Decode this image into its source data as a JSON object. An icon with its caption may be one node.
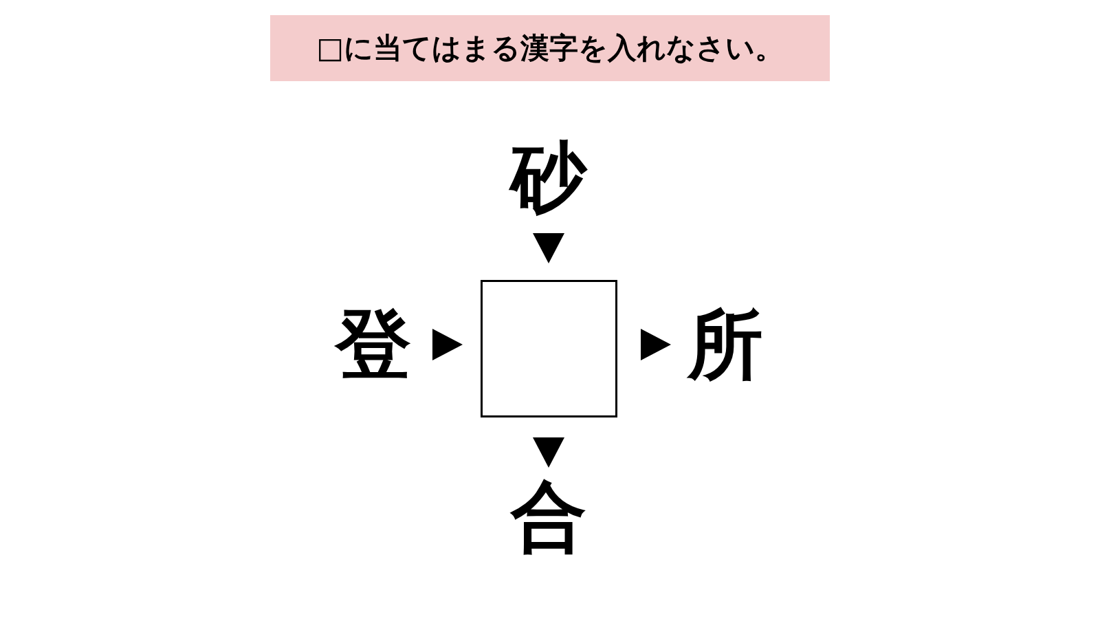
{
  "diagram": {
    "title": "□に当てはまる漢字を入れなさい。",
    "nodes": [
      {
        "text": [
          "砂"
        ]
      },
      {
        "text": [
          "登"
        ]
      },
      {
        "text": [],
        "shape": "box"
      },
      {
        "text": [
          "所"
        ]
      },
      {
        "text": [
          "合"
        ]
      }
    ],
    "edges": [
      {
        "from": 0,
        "to": 2,
        "arrow": "to"
      },
      {
        "from": 1,
        "to": 2,
        "arrow": "to"
      },
      {
        "from": 2,
        "to": 3,
        "arrow": "to"
      },
      {
        "from": 2,
        "to": 4,
        "arrow": "to"
      }
    ]
  }
}
